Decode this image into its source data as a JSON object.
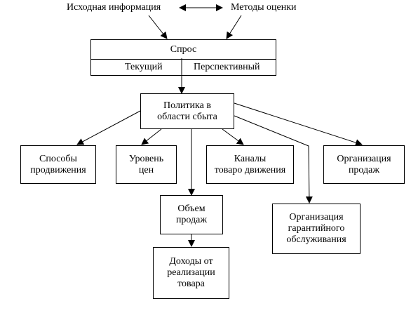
{
  "header": {
    "source_info": "Исходная информация",
    "methods": "Методы оценки"
  },
  "demand": {
    "title": "Спрос",
    "current": "Текущий",
    "prospective": "Перспективный"
  },
  "policy": "Политика в\nобласти сбыта",
  "branches": {
    "promotion": "Способы\nпродвижения",
    "price_level": "Уровень\nцен",
    "channels": "Каналы\nтоваро движения",
    "sales_org": "Организация\nпродаж",
    "sales_volume": "Объем\nпродаж",
    "warranty": "Организация\nгарантийного\nобслуживания",
    "revenue": "Доходы от\nреализации\nтовара"
  }
}
